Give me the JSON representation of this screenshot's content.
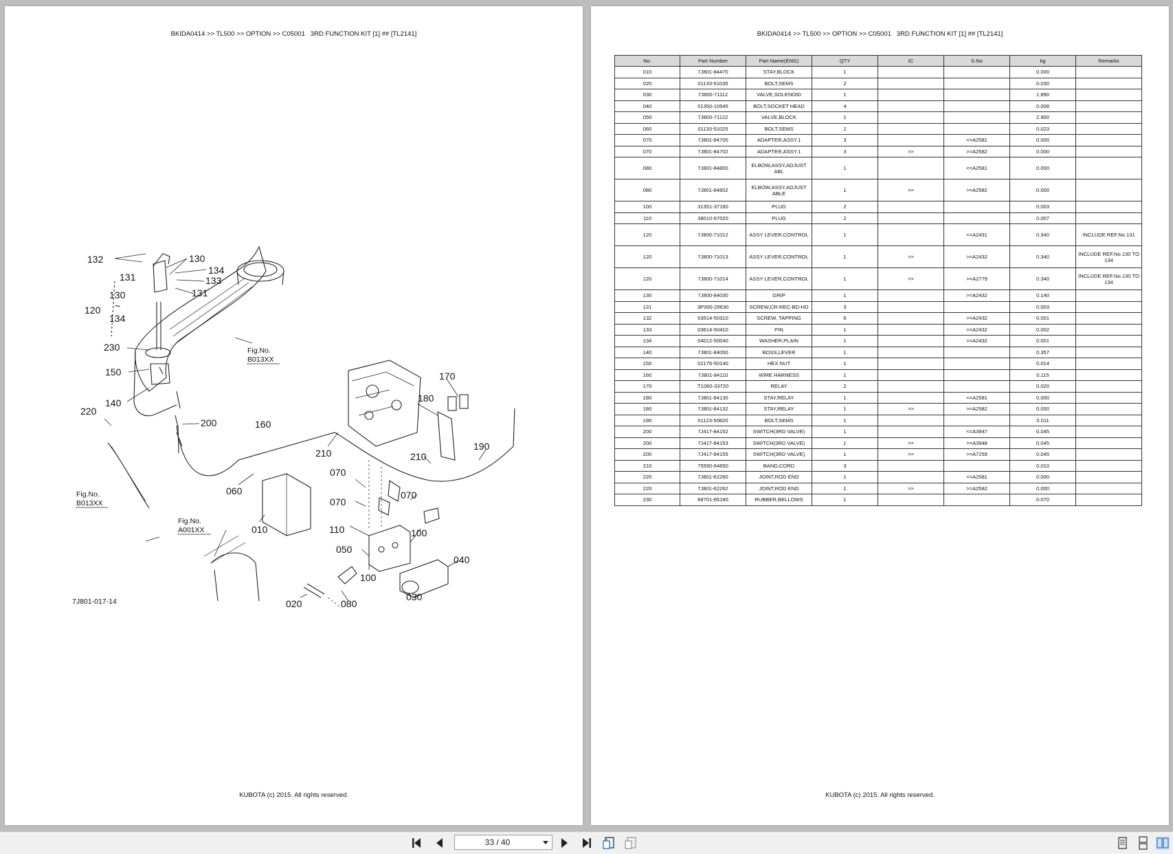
{
  "left_page": {
    "header": "BKIDA0414 >> TL500 >> OPTION >> C05001   3RD FUNCTION KIT [1] ## [TL2141]",
    "footer": "KUBOTA (c) 2015. All rights reserved.",
    "figure": {
      "drawing_number": "7J801-017-14",
      "fig_refs": [
        "Fig.No.",
        "B013XX",
        "Fig.No.",
        "B013XX",
        "Fig.No.",
        "A001XX"
      ],
      "callouts": [
        "132",
        "130",
        "134",
        "131",
        "133",
        "131",
        "130",
        "~",
        "134",
        "120",
        "230",
        "150",
        "140",
        "220",
        "200",
        "160",
        "170",
        "180",
        "210",
        "210",
        "190",
        "060",
        "070",
        "070",
        "070",
        "010",
        "110",
        "050",
        "100",
        "100",
        "040",
        "030",
        "020",
        "080"
      ]
    }
  },
  "right_page": {
    "header": "BKIDA0414 >> TL500 >> OPTION >> C05001   3RD FUNCTION KIT [1] ## [TL2141]",
    "footer": "KUBOTA (c) 2015. All rights reserved.",
    "table": {
      "columns": [
        "No.",
        "Part Number",
        "Part Name(ENG)",
        "QTY",
        "IC",
        "S.No",
        "kg",
        "Remarks"
      ],
      "rows": [
        [
          "010",
          "7J801-84470",
          "STAY,BLOCK",
          "1",
          "",
          "",
          "0.000",
          ""
        ],
        [
          "020",
          "01133-51035",
          "BOLT,SEMS",
          "2",
          "",
          "",
          "0.030",
          ""
        ],
        [
          "030",
          "7J800-71112",
          "VALVE,SOLENOID",
          "1",
          "",
          "",
          "1.890",
          ""
        ],
        [
          "040",
          "01350-10545",
          "BOLT,SOCKET HEAD",
          "4",
          "",
          "",
          "0.008",
          ""
        ],
        [
          "050",
          "7J800-71122",
          "VALVE,BLOCK",
          "1",
          "",
          "",
          "2.900",
          ""
        ],
        [
          "060",
          "01133-51025",
          "BOLT,SEMS",
          "2",
          "",
          "",
          "0.023",
          ""
        ],
        [
          "070",
          "7J801-84700",
          "ADAPTER,ASSY.1",
          "3",
          "",
          "<=A2581",
          "0.000",
          ""
        ],
        [
          "070",
          "7J801-84702",
          "ADAPTER,ASSY.1",
          "3",
          ">>",
          ">=A2582",
          "0.000",
          ""
        ],
        [
          "080",
          "7J801-84800",
          "ELBOW,ASSY,ADJUST ABL",
          "1",
          "",
          "<=A2581",
          "0.000",
          ""
        ],
        [
          "080",
          "7J801-84802",
          "ELBOW,ASSY,ADJUST ABLE",
          "1",
          ">>",
          ">=A2582",
          "0.000",
          ""
        ],
        [
          "100",
          "31351-37160",
          "PLUG",
          "2",
          "",
          "",
          "0.003",
          ""
        ],
        [
          "110",
          "38010-67020",
          "PLUG",
          "2",
          "",
          "",
          "0.007",
          ""
        ],
        [
          "120",
          "7J800-71012",
          "ASSY LEVER,CONTROL",
          "1",
          "",
          "<=A2431",
          "0.340",
          "INCLUDE REF.No.131"
        ],
        [
          "120",
          "7J800-71013",
          "ASSY LEVER,CONTROL",
          "1",
          ">>",
          ">=A2432",
          "0.340",
          "INCLUDE REF.No.130 TO 134"
        ],
        [
          "120",
          "7J800-71014",
          "ASSY LEVER,CONTROL",
          "1",
          ">>",
          ">=A2779",
          "0.340",
          "INCLUDE REF.No.130 TO 134"
        ],
        [
          "130",
          "7J800-84030",
          "GRIP",
          "1",
          "",
          ">=A2432",
          "0.140",
          ""
        ],
        [
          "131",
          "3P300-29630",
          "SCREW,CR-REC-BD-HD",
          "3",
          "",
          "",
          "0.003",
          ""
        ],
        [
          "132",
          "03514-50310",
          "SCREW, TAPPING",
          "6",
          "",
          ">=A2432",
          "0.001",
          ""
        ],
        [
          "133",
          "03614-50410",
          "PIN",
          "1",
          "",
          ">=A2432",
          "0.002",
          ""
        ],
        [
          "134",
          "04012-50040",
          "WASHER,PLAIN",
          "1",
          "",
          ">=A2432",
          "0.001",
          ""
        ],
        [
          "140",
          "7J801-84050",
          "BOSS,LEVER",
          "1",
          "",
          "",
          "0.357",
          ""
        ],
        [
          "150",
          "02176-50140",
          "HEX.NUT",
          "1",
          "",
          "",
          "0.014",
          ""
        ],
        [
          "160",
          "7J801-84110",
          "WIRE HARNESS",
          "1",
          "",
          "",
          "0.115",
          ""
        ],
        [
          "170",
          "T1060-33720",
          "RELAY",
          "2",
          "",
          "",
          "0.020",
          ""
        ],
        [
          "180",
          "7J801-84130",
          "STAY,RELAY",
          "1",
          "",
          "<=A2581",
          "0.000",
          ""
        ],
        [
          "180",
          "7J801-84132",
          "STAY,RELAY",
          "1",
          ">>",
          ">=A2582",
          "0.000",
          ""
        ],
        [
          "190",
          "01123-50820",
          "BOLT,SEMS",
          "1",
          "",
          "",
          "0.011",
          ""
        ],
        [
          "200",
          "7J417-84152",
          "SWITCH(3RD VALVE)",
          "1",
          "",
          "<=A3947",
          "0.045",
          ""
        ],
        [
          "200",
          "7J417-84153",
          "SWITCH(3RD VALVE)",
          "1",
          ">>",
          ">=A3948",
          "0.045",
          ""
        ],
        [
          "200",
          "7J417-84155",
          "SWITCH(3RD VALVE)",
          "1",
          ">>",
          ">=A7259",
          "0.045",
          ""
        ],
        [
          "210",
          "75590-64650",
          "BAND,CORD",
          "3",
          "",
          "",
          "0.010",
          ""
        ],
        [
          "220",
          "7J801-62260",
          "JOINT,ROD END",
          "1",
          "",
          "<=A2581",
          "0.000",
          ""
        ],
        [
          "220",
          "7J801-62262",
          "JOINT,ROD END",
          "1",
          ">>",
          ">=A2582",
          "0.000",
          ""
        ],
        [
          "230",
          "68701-65180",
          "RUBBER,BELLOWS",
          "1",
          "",
          "",
          "0.070",
          ""
        ]
      ]
    }
  },
  "toolbar": {
    "page_indicator": "33 / 40",
    "icons": [
      "first-page-icon",
      "prev-page-icon",
      "page-dropdown-icon",
      "next-page-icon",
      "last-page-icon",
      "fit-page-icon",
      "fit-width-icon",
      "single-page-view-icon",
      "continuous-view-icon",
      "two-page-view-icon"
    ]
  },
  "colors": {
    "viewer_background": "#bdbdbd",
    "table_header": "#d9d9d9",
    "toolbar": "#f0f0f0"
  }
}
